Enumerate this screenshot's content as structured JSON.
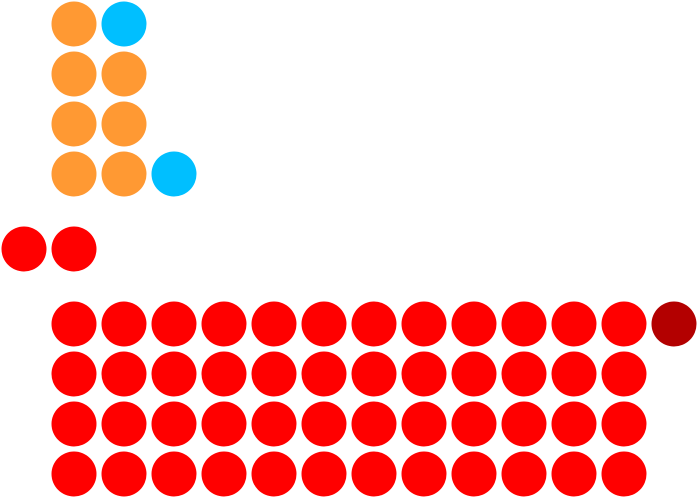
{
  "diagram": {
    "type": "parliament-seating-westminster",
    "groups": [
      {
        "block": "upper-left",
        "color": "#FF9933",
        "seats": 7
      },
      {
        "block": "upper-left",
        "color": "#00BFFF",
        "seats": 2
      },
      {
        "block": "center",
        "color": "#FF0000",
        "seats": 2
      },
      {
        "block": "lower",
        "color": "#FF0000",
        "seats": 48
      },
      {
        "block": "lower",
        "color": "#B30000",
        "seats": 1
      }
    ]
  }
}
